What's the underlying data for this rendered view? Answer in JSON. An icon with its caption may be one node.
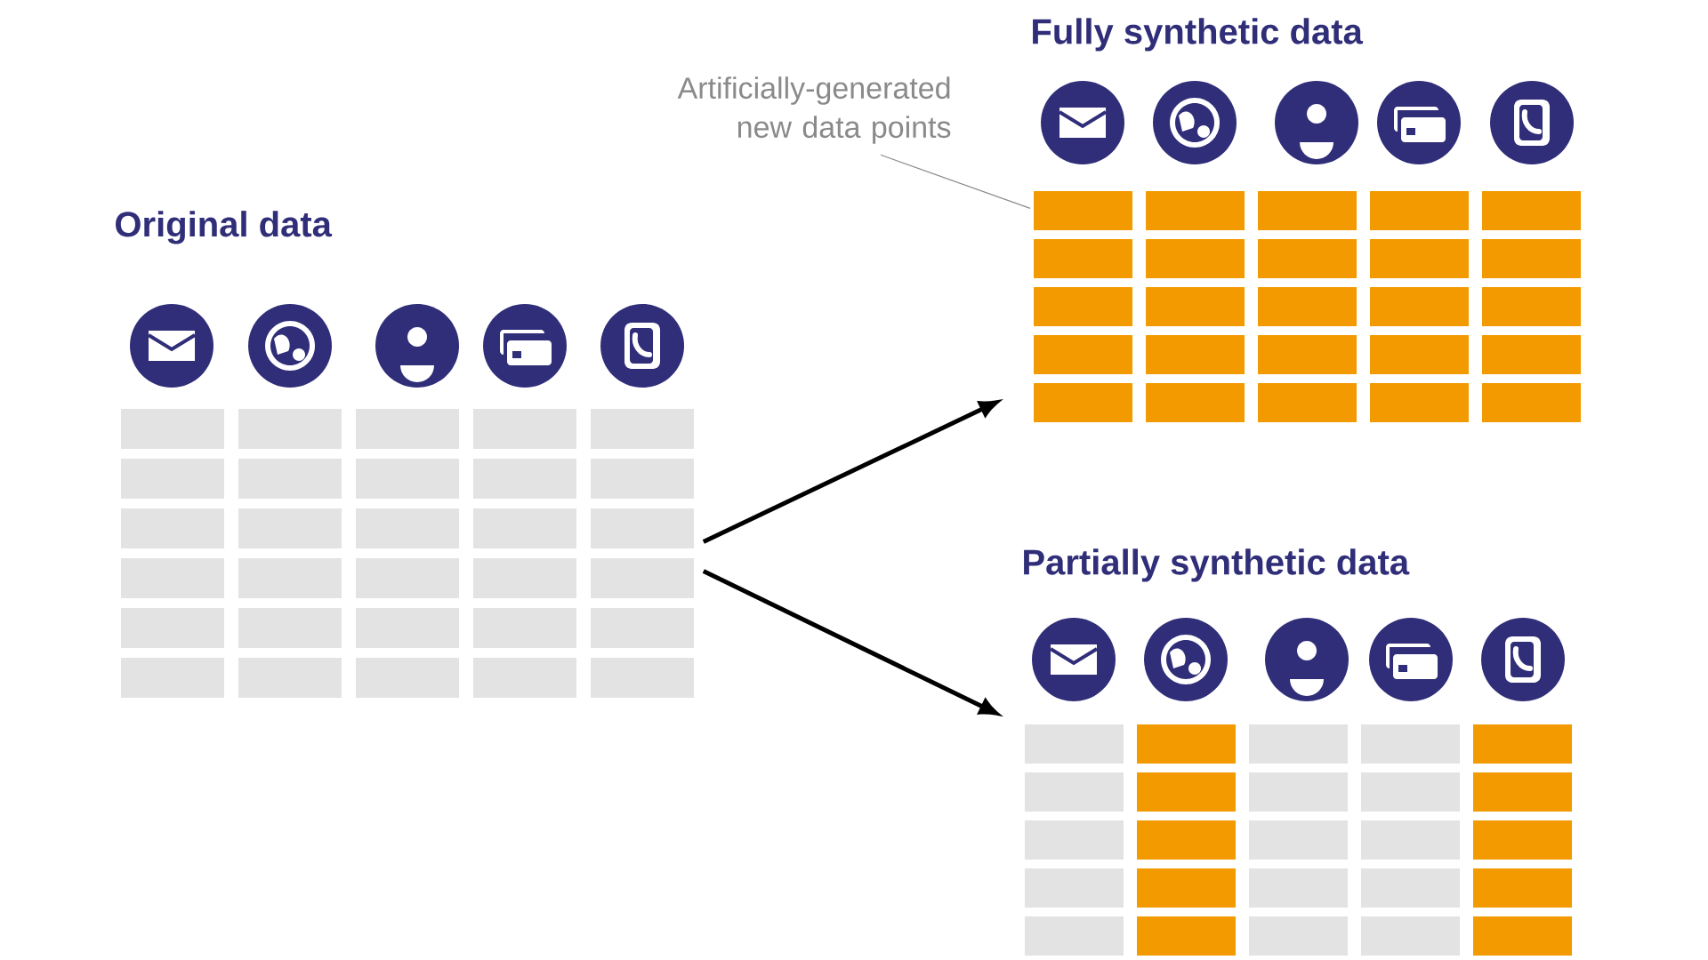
{
  "diagram": {
    "nodes": [
      {
        "text": [
          "Original data"
        ]
      },
      {
        "text": [
          "Fully synthetic data"
        ]
      },
      {
        "text": [
          "Partially synthetic data"
        ]
      },
      {
        "text": [
          "Artificially-generated new data points"
        ]
      }
    ],
    "edges": [
      {
        "from": 0,
        "to": 1,
        "arrow": "to"
      },
      {
        "from": 0,
        "to": 2,
        "arrow": "to"
      },
      {
        "from": 3,
        "to": 1,
        "arrow": "none",
        "color": "#8a8a8a"
      }
    ]
  }
}
